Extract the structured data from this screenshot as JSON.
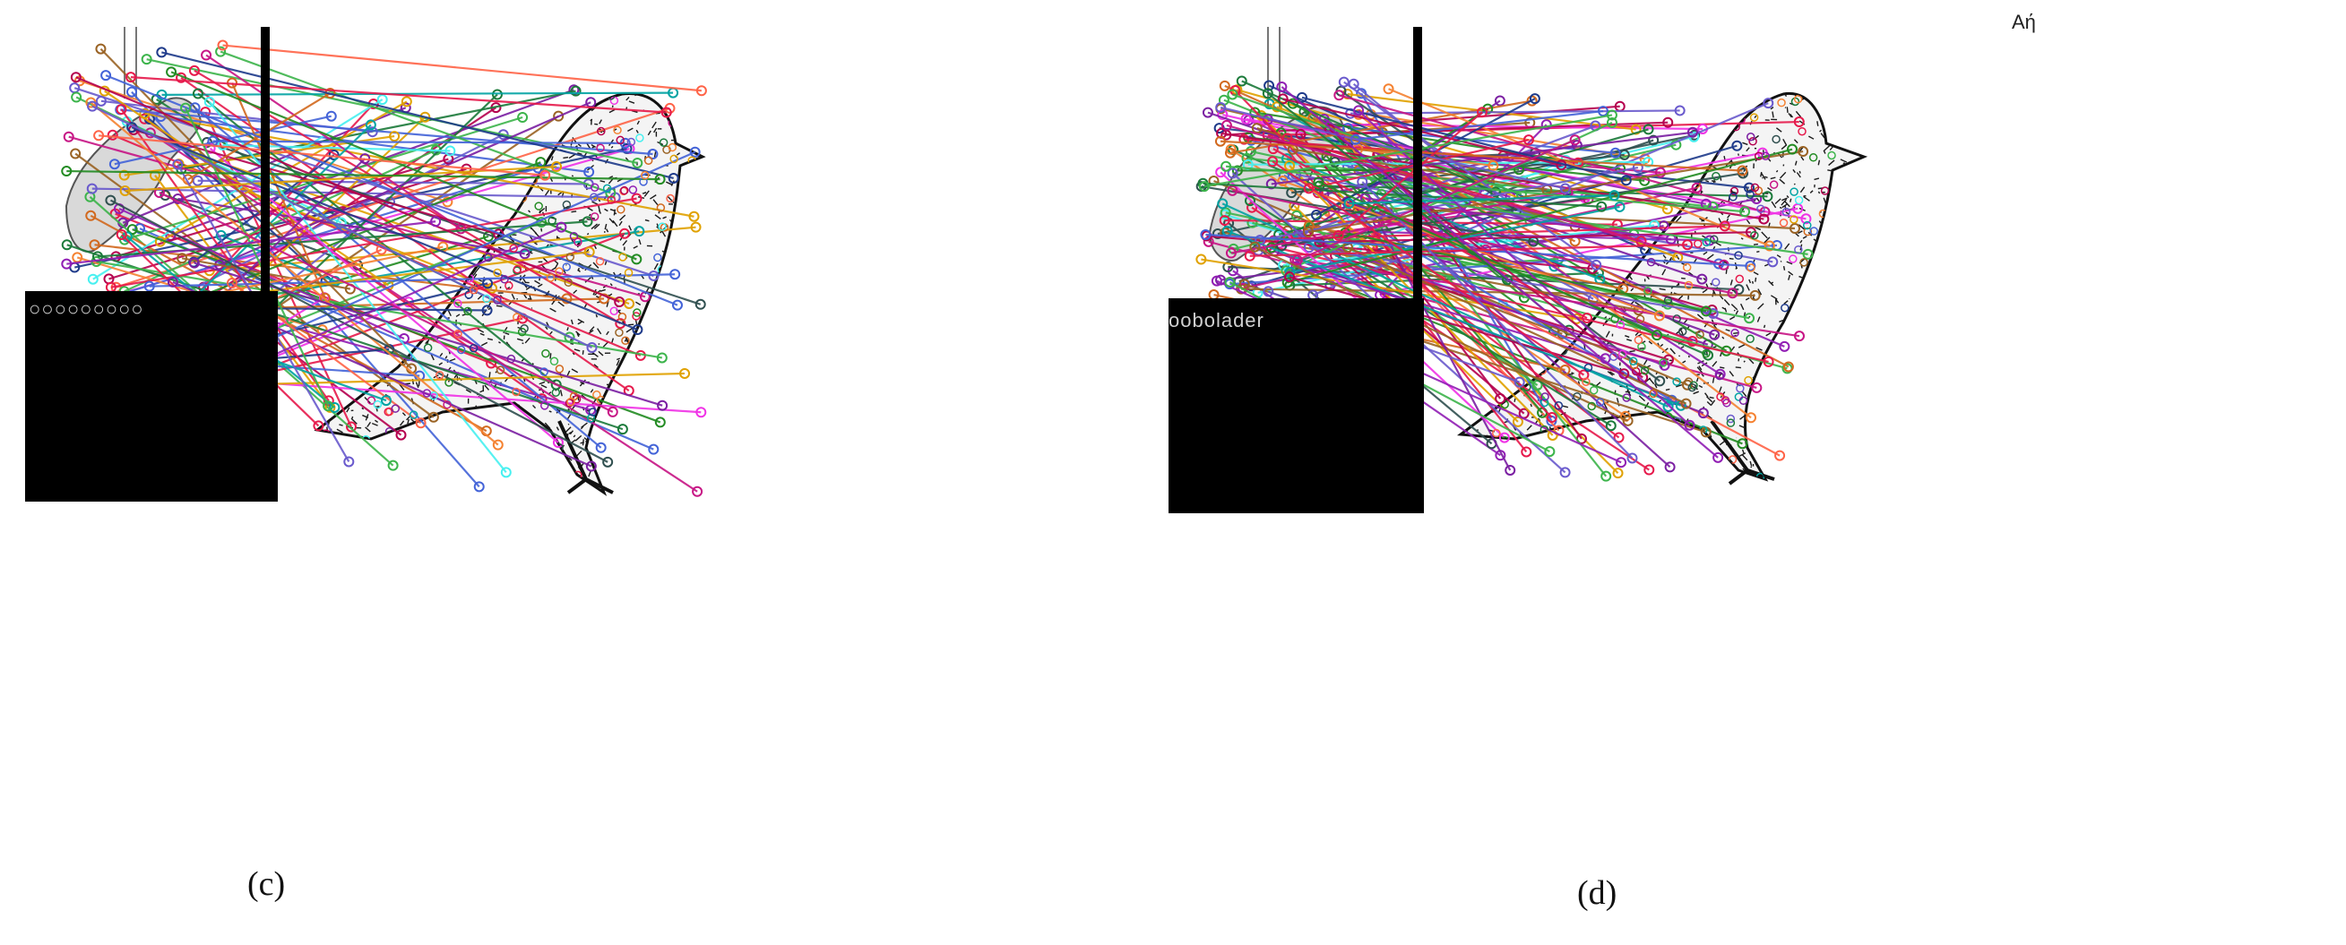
{
  "panels": [
    {
      "id": "c",
      "caption": "(c)",
      "black_label": "○○○○○○○○○",
      "match_line_count": 130
    },
    {
      "id": "d",
      "caption": "(d)",
      "black_label": "oobolader",
      "top_mark": "Αή",
      "match_line_count": 190
    }
  ],
  "colors": {
    "line_palette": [
      "#e6194b",
      "#3cb44b",
      "#4363d8",
      "#f58231",
      "#911eb4",
      "#46f0f0",
      "#f032e6",
      "#9a6324",
      "#1b7a3a",
      "#b5004e",
      "#6a5acd",
      "#e0a100",
      "#2f4f4f",
      "#c71585",
      "#00a3a3",
      "#7b1fa2",
      "#d2691e",
      "#228b22",
      "#1e3a8a",
      "#ff6347"
    ],
    "bird_ink": "#222222",
    "background": "#ffffff"
  }
}
